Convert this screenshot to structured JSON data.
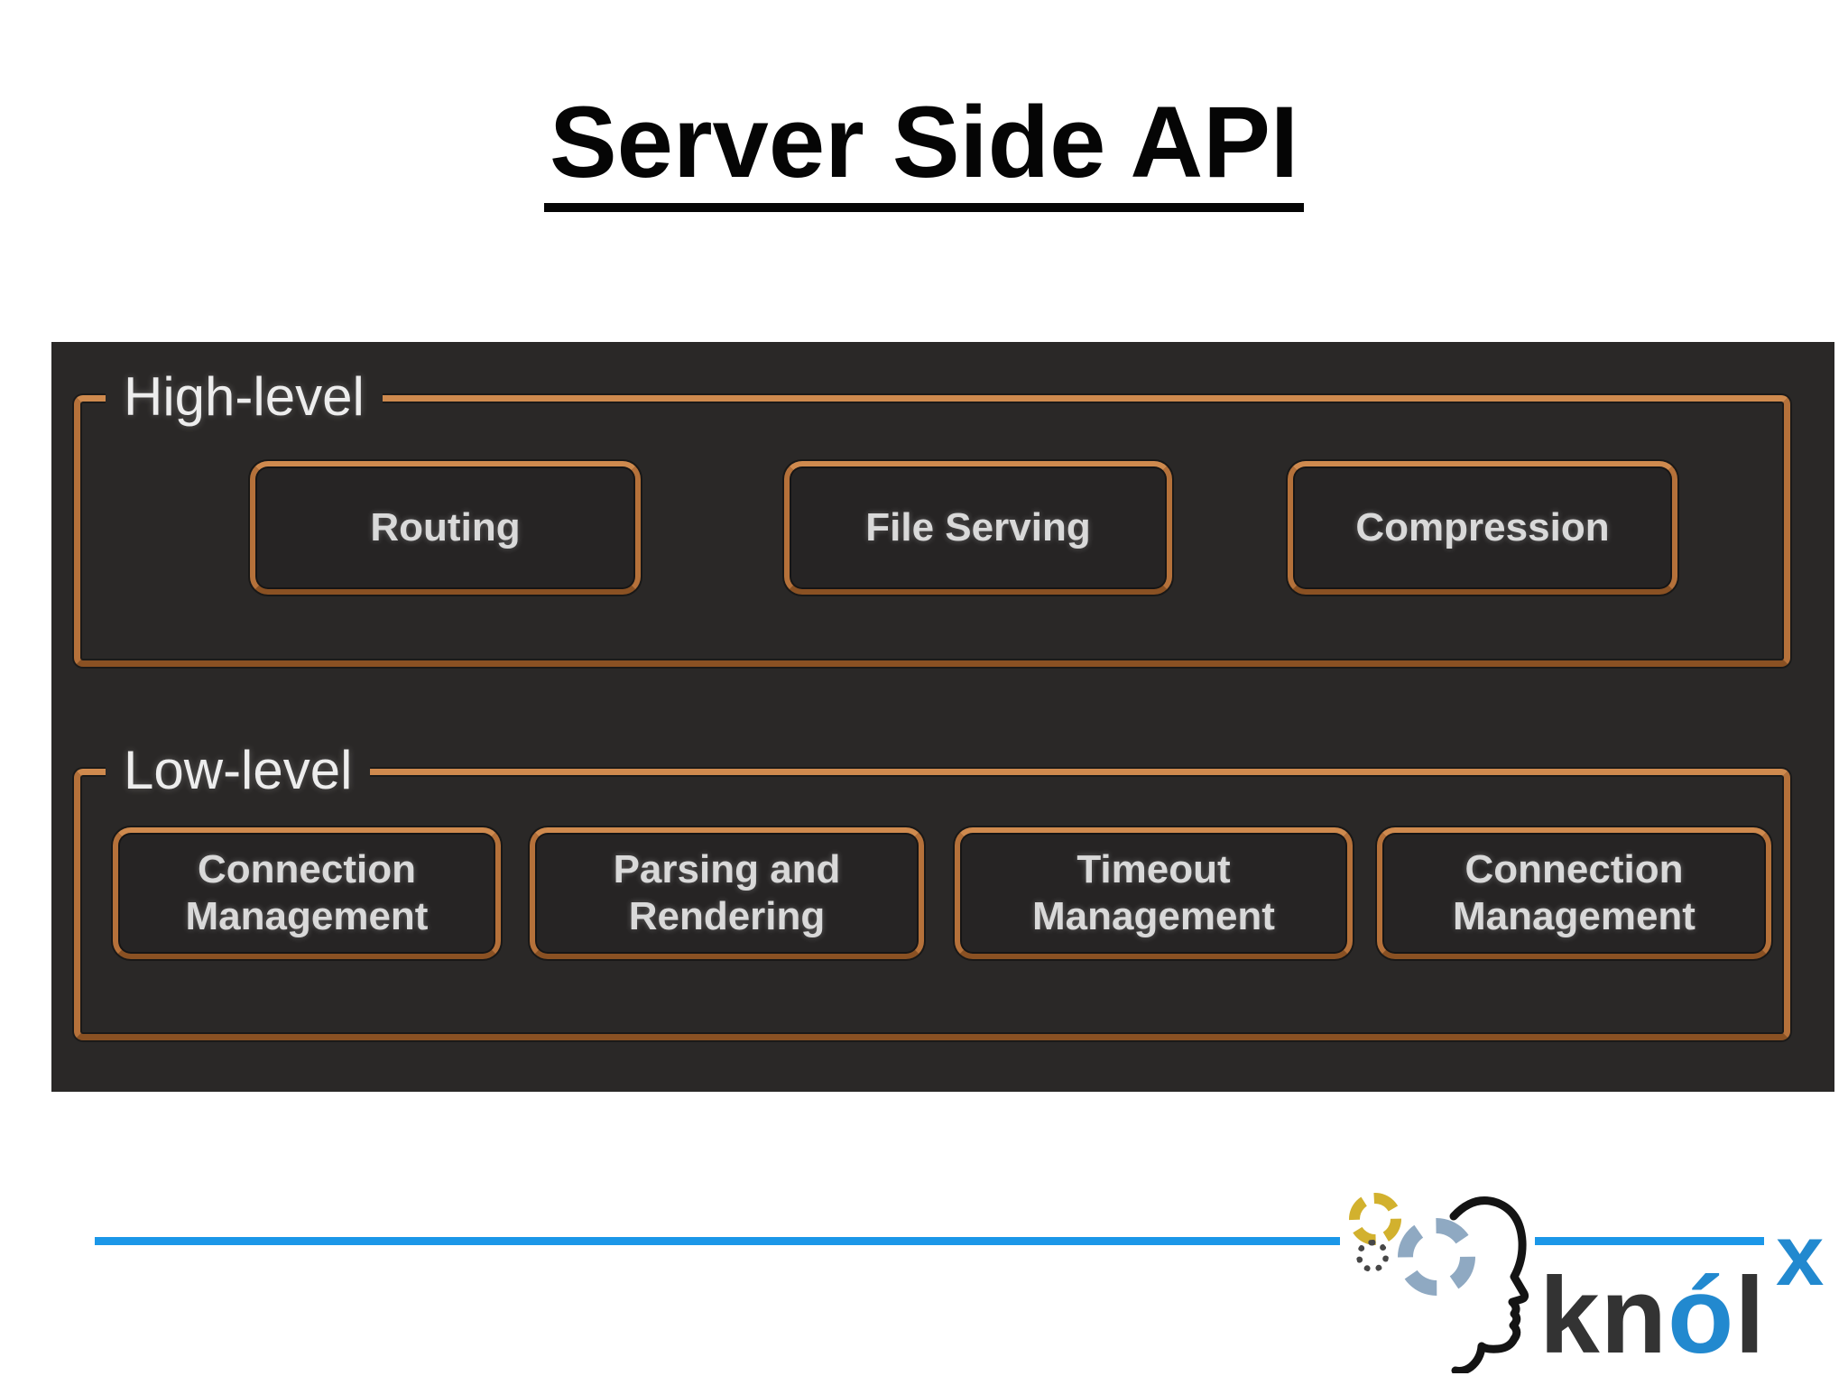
{
  "title": "Server Side API",
  "diagram": {
    "groups": [
      {
        "label": "High-level",
        "boxes": [
          "Routing",
          "File Serving",
          "Compression"
        ]
      },
      {
        "label": "Low-level",
        "boxes": [
          "Connection Management",
          "Parsing and Rendering",
          "Timeout Management",
          "Connection Management"
        ]
      }
    ]
  },
  "footer": {
    "logo": {
      "prefix": "kn",
      "accent": "ó",
      "suffix": "l",
      "superscript": "x"
    }
  },
  "colors": {
    "blue": "#1b97e8",
    "panel": "#2a2827",
    "box-bg": "#262424",
    "copper": "#b5713a",
    "copper-light": "#cf8a4e",
    "copper-dark": "#8a5123",
    "label": "#ededed",
    "box-text": "#d9d9d9",
    "gold": "#d2b12e",
    "steel": "#8fa9c2",
    "logo-dark": "#333333",
    "logo-blue": "#2289cf"
  }
}
